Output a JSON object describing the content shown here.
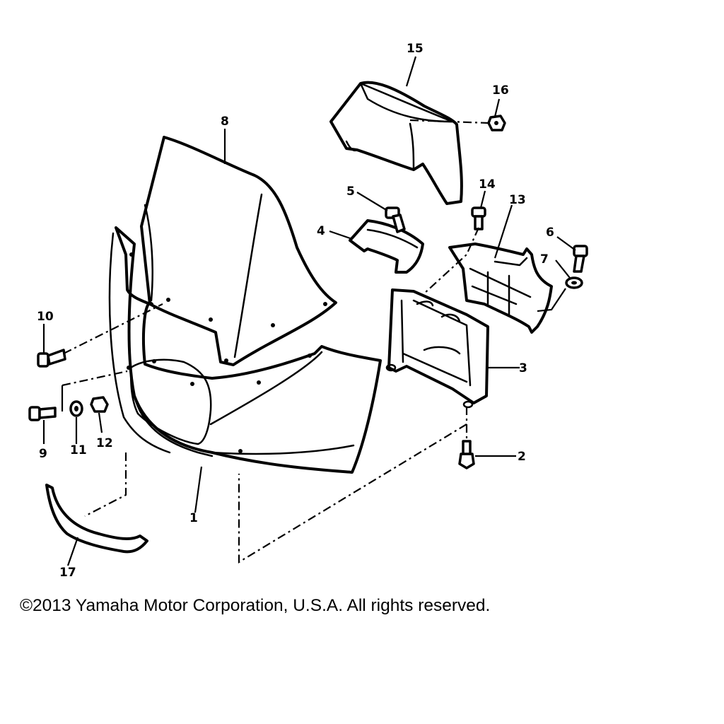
{
  "callouts": {
    "c1": "1",
    "c2": "2",
    "c3": "3",
    "c4": "4",
    "c5": "5",
    "c6": "6",
    "c7": "7",
    "c8": "8",
    "c9": "9",
    "c10": "10",
    "c11": "11",
    "c12": "12",
    "c13": "13",
    "c14": "14",
    "c15": "15",
    "c16": "16",
    "c17": "17"
  },
  "copyright": "©2013 Yamaha Motor Corporation, U.S.A. All rights reserved."
}
